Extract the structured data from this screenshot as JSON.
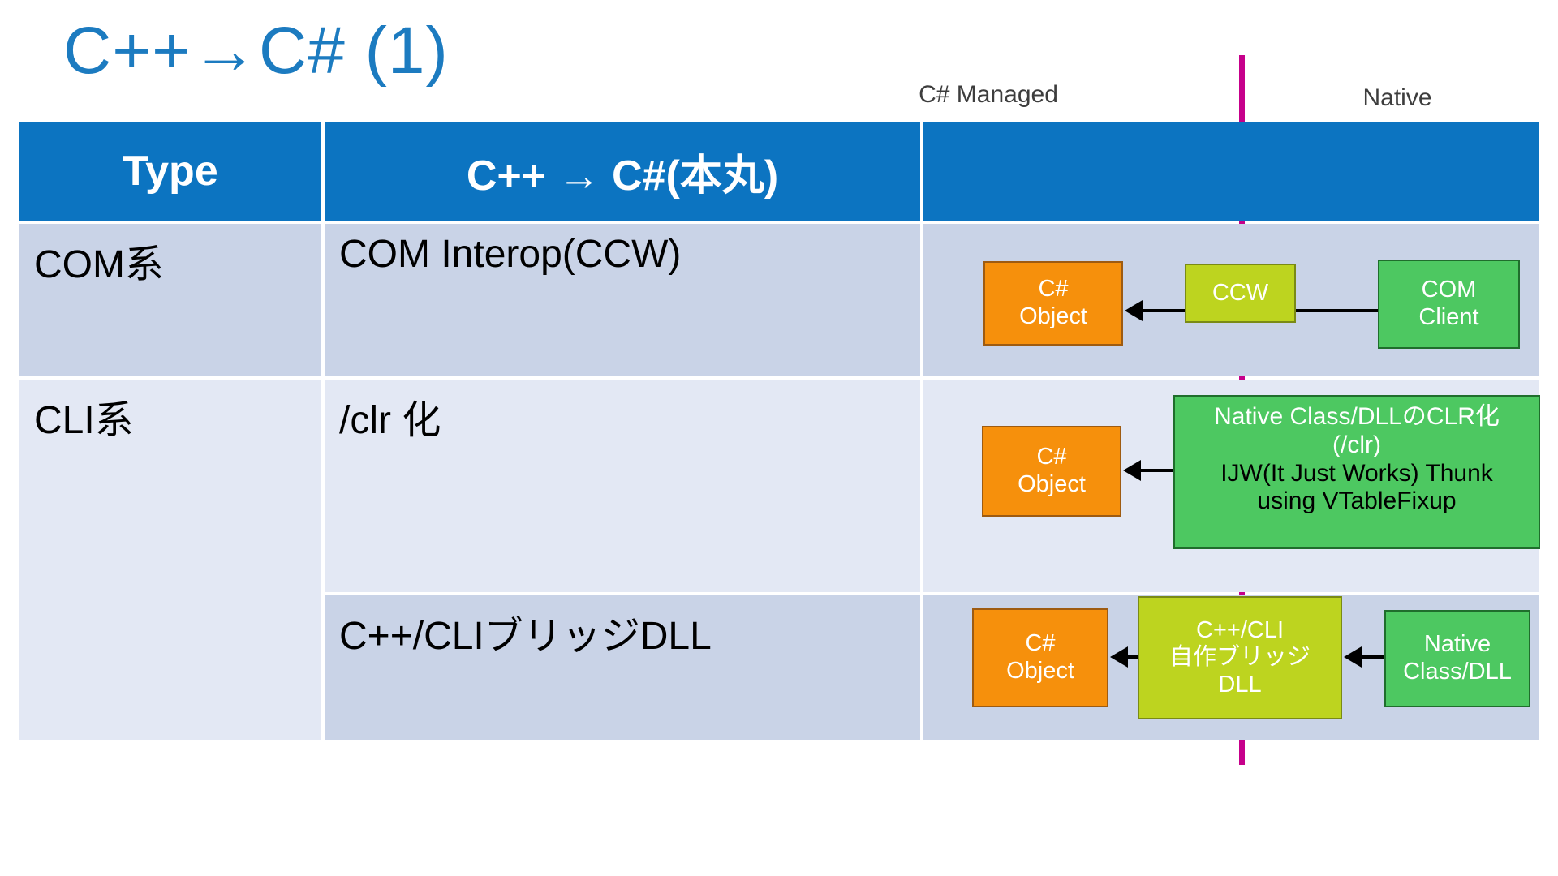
{
  "slide": {
    "title": "C++→C# (1)",
    "title_color": "#1C7BC0",
    "background": "#FFFFFF"
  },
  "zones": {
    "managed_label": "C# Managed",
    "native_label": "Native",
    "boundary_color": "#C6008B"
  },
  "table": {
    "header_bg": "#0C74C1",
    "band_dark": "#C9D3E7",
    "band_light": "#E3E8F4",
    "columns": [
      {
        "header": "Type"
      },
      {
        "header": "C++ → C#(本丸)"
      },
      {
        "header": ""
      }
    ],
    "rows": [
      {
        "type": "COM系",
        "method": "COM Interop(CCW)"
      },
      {
        "type": "CLI系",
        "method": "/clr 化"
      },
      {
        "type": "",
        "method": "C++/CLIブリッジDLL"
      }
    ]
  },
  "diagrams": {
    "row1": {
      "managed_box": {
        "lines": [
          "C#",
          "Object"
        ],
        "color": "#F6900C"
      },
      "bridge_box": {
        "lines": [
          "CCW"
        ],
        "color": "#BDD41F"
      },
      "native_box": {
        "lines": [
          "COM",
          "Client"
        ],
        "color": "#4DC861"
      }
    },
    "row2": {
      "managed_box": {
        "lines": [
          "C#",
          "Object"
        ],
        "color": "#F6900C"
      },
      "native_box": {
        "color": "#4DC861",
        "lines_white": [
          "Native Class/DLLのCLR化",
          "(/clr)"
        ],
        "lines_black": [
          "IJW(It Just Works) Thunk",
          "using VTableFixup"
        ]
      }
    },
    "row3": {
      "managed_box": {
        "lines": [
          "C#",
          "Object"
        ],
        "color": "#F6900C"
      },
      "bridge_box": {
        "lines": [
          "C++/CLI",
          "自作ブリッジ",
          "DLL"
        ],
        "color": "#BDD41F"
      },
      "native_box": {
        "lines": [
          "Native",
          "Class/DLL"
        ],
        "color": "#4DC861"
      }
    }
  }
}
